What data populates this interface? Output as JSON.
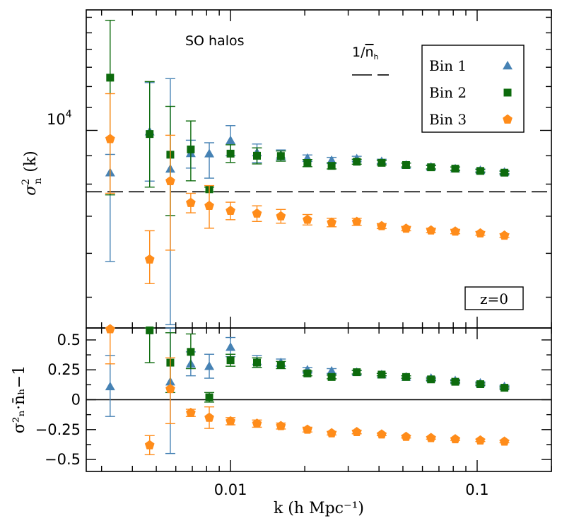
{
  "chart_data": [
    {
      "panel": "top",
      "type": "scatter",
      "xscale": "log",
      "yscale": "log",
      "xlim": [
        0.0026,
        0.2
      ],
      "ylim": [
        4400,
        16500
      ],
      "ylabel_main": "σ",
      "ylabel_sup": "2",
      "ylabel_sub": "n",
      "ylabel_rest": "(k)",
      "ytick_label": "10",
      "ytick_exp": "4",
      "annotation": "SO halos",
      "inv_density_label_num": "1/",
      "inv_density_label_n": "n",
      "inv_density_label_sub": "h",
      "reference_line_value": 7750,
      "redshift_label": "z=0",
      "legend": [
        "Bin 1",
        "Bin 2",
        "Bin 3"
      ],
      "legend_position": "top-right",
      "series": [
        {
          "name": "Bin 1",
          "marker": "triangle",
          "color": "#4682b4",
          "points": [
            {
              "x": 0.00325,
              "y": 8390,
              "lo": 5800,
              "hi": 9050
            },
            {
              "x": 0.0047,
              "y": 9950,
              "lo": 8100,
              "hi": 12200
            },
            {
              "x": 0.0057,
              "y": 8520,
              "lo": 4460,
              "hi": 12400
            },
            {
              "x": 0.0069,
              "y": 9090,
              "lo": 8550,
              "hi": 9600
            },
            {
              "x": 0.0082,
              "y": 9080,
              "lo": 8200,
              "hi": 9500
            },
            {
              "x": 0.01,
              "y": 9590,
              "lo": 9000,
              "hi": 10200
            },
            {
              "x": 0.0128,
              "y": 9120,
              "lo": 8750,
              "hi": 9450
            },
            {
              "x": 0.016,
              "y": 9030,
              "lo": 8850,
              "hi": 9220
            },
            {
              "x": 0.0205,
              "y": 8910,
              "lo": 8790,
              "hi": 9030
            },
            {
              "x": 0.0257,
              "y": 8830,
              "lo": 8720,
              "hi": 8940
            },
            {
              "x": 0.0325,
              "y": 8890,
              "lo": 8800,
              "hi": 8980
            },
            {
              "x": 0.041,
              "y": 8790,
              "lo": 8710,
              "hi": 8870
            },
            {
              "x": 0.0515,
              "y": 8660,
              "lo": 8590,
              "hi": 8730
            },
            {
              "x": 0.065,
              "y": 8590,
              "lo": 8520,
              "hi": 8660
            },
            {
              "x": 0.0815,
              "y": 8530,
              "lo": 8470,
              "hi": 8590
            },
            {
              "x": 0.103,
              "y": 8470,
              "lo": 8420,
              "hi": 8520
            },
            {
              "x": 0.129,
              "y": 8410,
              "lo": 8360,
              "hi": 8460
            }
          ]
        },
        {
          "name": "Bin 2",
          "marker": "square",
          "color": "#0d6b0d",
          "points": [
            {
              "x": 0.00325,
              "y": 12450,
              "lo": 7650,
              "hi": 15800
            },
            {
              "x": 0.0047,
              "y": 9850,
              "lo": 7900,
              "hi": 12250
            },
            {
              "x": 0.0057,
              "y": 9040,
              "lo": 7020,
              "hi": 11050
            },
            {
              "x": 0.0069,
              "y": 9240,
              "lo": 8110,
              "hi": 10400
            },
            {
              "x": 0.0082,
              "y": 7830,
              "lo": 7750,
              "hi": 7900
            },
            {
              "x": 0.01,
              "y": 9080,
              "lo": 8750,
              "hi": 9420
            },
            {
              "x": 0.0128,
              "y": 9000,
              "lo": 8700,
              "hi": 9300
            },
            {
              "x": 0.016,
              "y": 8990,
              "lo": 8800,
              "hi": 9180
            },
            {
              "x": 0.0205,
              "y": 8730,
              "lo": 8600,
              "hi": 8860
            },
            {
              "x": 0.0257,
              "y": 8630,
              "lo": 8520,
              "hi": 8740
            },
            {
              "x": 0.0325,
              "y": 8780,
              "lo": 8690,
              "hi": 8870
            },
            {
              "x": 0.041,
              "y": 8740,
              "lo": 8660,
              "hi": 8820
            },
            {
              "x": 0.0515,
              "y": 8660,
              "lo": 8590,
              "hi": 8730
            },
            {
              "x": 0.065,
              "y": 8580,
              "lo": 8520,
              "hi": 8640
            },
            {
              "x": 0.0815,
              "y": 8530,
              "lo": 8470,
              "hi": 8590
            },
            {
              "x": 0.103,
              "y": 8450,
              "lo": 8400,
              "hi": 8500
            },
            {
              "x": 0.129,
              "y": 8390,
              "lo": 8340,
              "hi": 8440
            }
          ]
        },
        {
          "name": "Bin 3",
          "marker": "pentagon",
          "color": "#ff8c1a",
          "points": [
            {
              "x": 0.00325,
              "y": 9650,
              "lo": 7700,
              "hi": 11650
            },
            {
              "x": 0.0047,
              "y": 5850,
              "lo": 5290,
              "hi": 6590
            },
            {
              "x": 0.0057,
              "y": 8100,
              "lo": 6080,
              "hi": 9800
            },
            {
              "x": 0.0069,
              "y": 7400,
              "lo": 7100,
              "hi": 7700
            },
            {
              "x": 0.0082,
              "y": 7310,
              "lo": 6660,
              "hi": 7950
            },
            {
              "x": 0.01,
              "y": 7160,
              "lo": 6900,
              "hi": 7420
            },
            {
              "x": 0.0128,
              "y": 7080,
              "lo": 6850,
              "hi": 7310
            },
            {
              "x": 0.016,
              "y": 7000,
              "lo": 6800,
              "hi": 7200
            },
            {
              "x": 0.0205,
              "y": 6900,
              "lo": 6750,
              "hi": 7050
            },
            {
              "x": 0.0257,
              "y": 6820,
              "lo": 6700,
              "hi": 6940
            },
            {
              "x": 0.0325,
              "y": 6840,
              "lo": 6740,
              "hi": 6940
            },
            {
              "x": 0.041,
              "y": 6720,
              "lo": 6650,
              "hi": 6790
            },
            {
              "x": 0.0515,
              "y": 6650,
              "lo": 6590,
              "hi": 6710
            },
            {
              "x": 0.065,
              "y": 6600,
              "lo": 6540,
              "hi": 6660
            },
            {
              "x": 0.0815,
              "y": 6570,
              "lo": 6510,
              "hi": 6630
            },
            {
              "x": 0.103,
              "y": 6520,
              "lo": 6470,
              "hi": 6570
            },
            {
              "x": 0.129,
              "y": 6460,
              "lo": 6410,
              "hi": 6510
            }
          ]
        }
      ]
    },
    {
      "panel": "bottom",
      "type": "scatter",
      "xscale": "log",
      "xlim": [
        0.0026,
        0.2
      ],
      "ylim": [
        -0.6,
        0.6
      ],
      "xlabel": "k (h Mpc⁻¹)",
      "ylabel": "σ²ₙ·n̄ₕ−1",
      "xticks": [
        0.01,
        0.1
      ],
      "xtick_labels": [
        "0.01",
        "0.1"
      ],
      "yticks": [
        -0.5,
        -0.25,
        0,
        0.25,
        0.5
      ],
      "ytick_labels": [
        "−0.5",
        "−0.25",
        "0",
        "0.25",
        "0.5"
      ],
      "zero_line": true,
      "series": [
        {
          "name": "Bin 1",
          "marker": "triangle",
          "color": "#4682b4",
          "points": [
            {
              "x": 0.00325,
              "y": 0.11,
              "lo": -0.14,
              "hi": 0.37
            },
            {
              "x": 0.0057,
              "y": 0.15,
              "lo": -0.45,
              "hi": 0.6
            },
            {
              "x": 0.0069,
              "y": 0.3,
              "lo": 0.2,
              "hi": 0.4
            },
            {
              "x": 0.0082,
              "y": 0.28,
              "lo": 0.18,
              "hi": 0.38
            },
            {
              "x": 0.01,
              "y": 0.44,
              "lo": 0.36,
              "hi": 0.52
            },
            {
              "x": 0.0128,
              "y": 0.32,
              "lo": 0.27,
              "hi": 0.37
            },
            {
              "x": 0.016,
              "y": 0.31,
              "lo": 0.28,
              "hi": 0.34
            },
            {
              "x": 0.0205,
              "y": 0.25,
              "lo": 0.23,
              "hi": 0.27
            },
            {
              "x": 0.0257,
              "y": 0.24,
              "lo": 0.22,
              "hi": 0.26
            },
            {
              "x": 0.0325,
              "y": 0.23,
              "lo": 0.215,
              "hi": 0.245
            },
            {
              "x": 0.041,
              "y": 0.21,
              "lo": 0.2,
              "hi": 0.22
            },
            {
              "x": 0.0515,
              "y": 0.19,
              "lo": 0.18,
              "hi": 0.2
            },
            {
              "x": 0.065,
              "y": 0.18,
              "lo": 0.17,
              "hi": 0.19
            },
            {
              "x": 0.0815,
              "y": 0.16,
              "lo": 0.15,
              "hi": 0.17
            },
            {
              "x": 0.103,
              "y": 0.14,
              "lo": 0.13,
              "hi": 0.15
            },
            {
              "x": 0.129,
              "y": 0.11,
              "lo": 0.1,
              "hi": 0.12
            }
          ]
        },
        {
          "name": "Bin 2",
          "marker": "square",
          "color": "#0d6b0d",
          "points": [
            {
              "x": 0.0047,
              "y": 0.58,
              "lo": 0.31,
              "hi": 0.6
            },
            {
              "x": 0.0057,
              "y": 0.31,
              "lo": 0.06,
              "hi": 0.56
            },
            {
              "x": 0.0069,
              "y": 0.4,
              "lo": 0.26,
              "hi": 0.55
            },
            {
              "x": 0.0082,
              "y": 0.02,
              "lo": -0.02,
              "hi": 0.06
            },
            {
              "x": 0.01,
              "y": 0.33,
              "lo": 0.28,
              "hi": 0.38
            },
            {
              "x": 0.0128,
              "y": 0.31,
              "lo": 0.27,
              "hi": 0.35
            },
            {
              "x": 0.016,
              "y": 0.29,
              "lo": 0.26,
              "hi": 0.32
            },
            {
              "x": 0.0205,
              "y": 0.22,
              "lo": 0.2,
              "hi": 0.24
            },
            {
              "x": 0.0257,
              "y": 0.19,
              "lo": 0.175,
              "hi": 0.205
            },
            {
              "x": 0.0325,
              "y": 0.23,
              "lo": 0.215,
              "hi": 0.245
            },
            {
              "x": 0.041,
              "y": 0.21,
              "lo": 0.2,
              "hi": 0.22
            },
            {
              "x": 0.0515,
              "y": 0.19,
              "lo": 0.18,
              "hi": 0.2
            },
            {
              "x": 0.065,
              "y": 0.17,
              "lo": 0.16,
              "hi": 0.18
            },
            {
              "x": 0.0815,
              "y": 0.15,
              "lo": 0.14,
              "hi": 0.16
            },
            {
              "x": 0.103,
              "y": 0.13,
              "lo": 0.12,
              "hi": 0.14
            },
            {
              "x": 0.129,
              "y": 0.1,
              "lo": 0.09,
              "hi": 0.11
            }
          ]
        },
        {
          "name": "Bin 3",
          "marker": "pentagon",
          "color": "#ff8c1a",
          "points": [
            {
              "x": 0.00325,
              "y": 0.59,
              "lo": 0.3,
              "hi": 0.6
            },
            {
              "x": 0.0047,
              "y": -0.38,
              "lo": -0.46,
              "hi": -0.3
            },
            {
              "x": 0.0057,
              "y": 0.09,
              "lo": -0.2,
              "hi": 0.35
            },
            {
              "x": 0.0069,
              "y": -0.11,
              "lo": -0.14,
              "hi": -0.08
            },
            {
              "x": 0.0082,
              "y": -0.15,
              "lo": -0.24,
              "hi": -0.06
            },
            {
              "x": 0.01,
              "y": -0.18,
              "lo": -0.21,
              "hi": -0.15
            },
            {
              "x": 0.0128,
              "y": -0.2,
              "lo": -0.23,
              "hi": -0.17
            },
            {
              "x": 0.016,
              "y": -0.22,
              "lo": -0.245,
              "hi": -0.195
            },
            {
              "x": 0.0205,
              "y": -0.25,
              "lo": -0.27,
              "hi": -0.23
            },
            {
              "x": 0.0257,
              "y": -0.28,
              "lo": -0.295,
              "hi": -0.265
            },
            {
              "x": 0.0325,
              "y": -0.27,
              "lo": -0.285,
              "hi": -0.255
            },
            {
              "x": 0.041,
              "y": -0.29,
              "lo": -0.3,
              "hi": -0.28
            },
            {
              "x": 0.0515,
              "y": -0.31,
              "lo": -0.32,
              "hi": -0.3
            },
            {
              "x": 0.065,
              "y": -0.32,
              "lo": -0.33,
              "hi": -0.31
            },
            {
              "x": 0.0815,
              "y": -0.33,
              "lo": -0.34,
              "hi": -0.32
            },
            {
              "x": 0.103,
              "y": -0.34,
              "lo": -0.35,
              "hi": -0.33
            },
            {
              "x": 0.129,
              "y": -0.35,
              "lo": -0.36,
              "hi": -0.34
            }
          ]
        }
      ]
    }
  ]
}
